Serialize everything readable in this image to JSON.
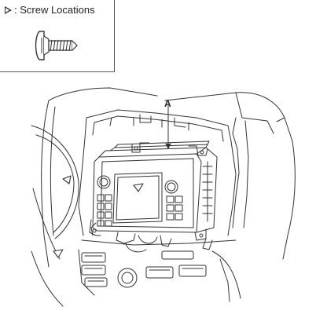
{
  "legend": {
    "title": ": Screw Locations",
    "marker_icon": "hollow-triangle-marker",
    "screw_icon": "screw-icon"
  },
  "diagram": {
    "callout_label": "A",
    "line_color": "#333333",
    "background": "#ffffff"
  }
}
